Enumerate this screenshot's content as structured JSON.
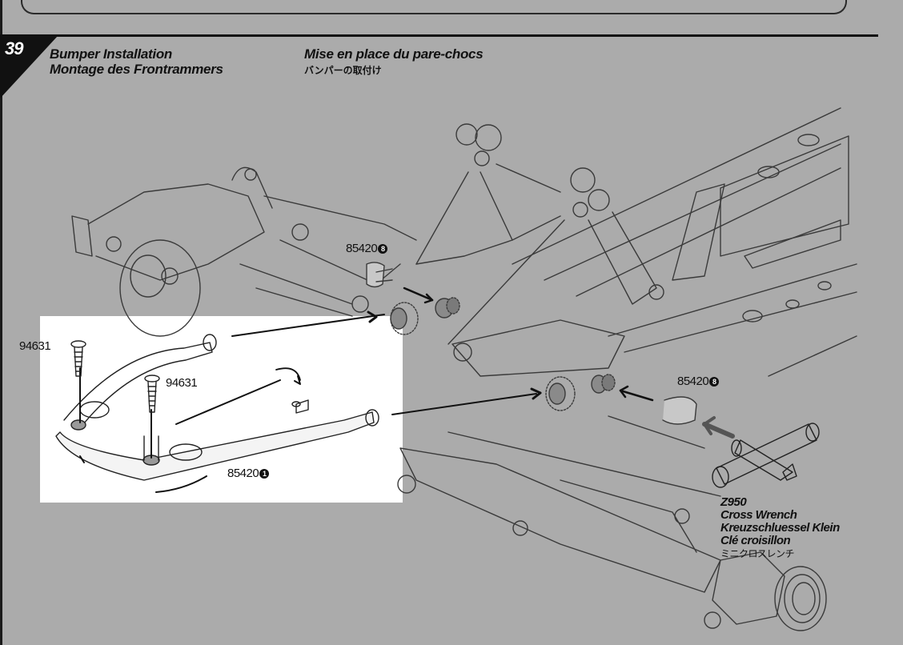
{
  "step": {
    "number": "39",
    "title_en": "Bumper Installation",
    "title_de": "Montage des Frontrammers",
    "title_fr": "Mise en place du pare-chocs",
    "title_jp": "バンパーの取付け"
  },
  "parts": [
    {
      "id": "screw-left",
      "code": "94631",
      "index": ""
    },
    {
      "id": "screw-center",
      "code": "94631",
      "index": ""
    },
    {
      "id": "bumper",
      "code": "85420",
      "index": "1"
    },
    {
      "id": "collar-upper",
      "code": "85420",
      "index": "8"
    },
    {
      "id": "collar-lower",
      "code": "85420",
      "index": "8"
    }
  ],
  "tool": {
    "code": "Z950",
    "name_en": "Cross Wrench",
    "name_de": "Kreuzschluessel Klein",
    "name_fr": "Clé croisillon",
    "name_jp": "ミニクロスレンチ"
  },
  "colors": {
    "page_background": "#ababab",
    "ink": "#111111",
    "highlight": "#ffffff"
  }
}
